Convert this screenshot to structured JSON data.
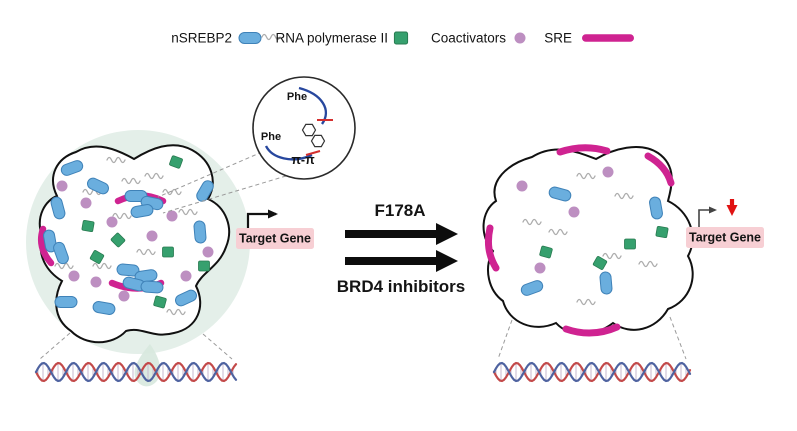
{
  "legend": {
    "items": [
      {
        "label": "nSREBP2",
        "icon": "nsrebp2-icon"
      },
      {
        "label": "RNA polymerase II",
        "icon": "rna-pol-icon"
      },
      {
        "label": "Coactivators",
        "icon": "coactivator-icon"
      },
      {
        "label": "SRE",
        "icon": "sre-icon"
      }
    ]
  },
  "inset": {
    "phe_top": "Phe",
    "phe_left": "Phe",
    "pi_label": "π-π"
  },
  "transition": {
    "top_label": "F178A",
    "bottom_label": "BRD4 inhibitors"
  },
  "left_panel": {
    "gene_label": "Target Gene"
  },
  "right_panel": {
    "gene_label": "Target Gene"
  },
  "colors": {
    "nsrebp2": "#6aaede",
    "nsrebp2_stroke": "#3f82b8",
    "rna_pol": "#36a06e",
    "coactivator": "#bd8fc1",
    "sre": "#cf2391",
    "halo": "#e4efe9",
    "gene_box": "#f7cfd4",
    "down_arrow": "#e01212",
    "dna_red": "#c34a4a",
    "dna_blue": "#4f63a0",
    "outline": "#111111"
  }
}
